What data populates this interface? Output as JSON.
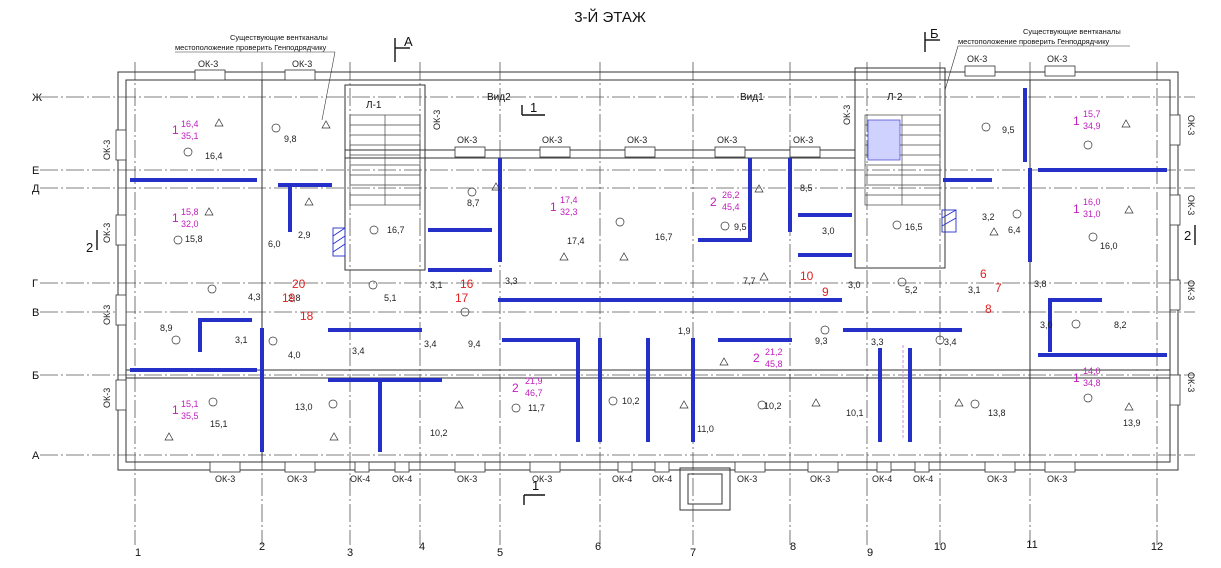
{
  "title": "3-Й ЭТАЖ",
  "notes": {
    "vent_left": [
      "Существующие вентканалы",
      "местоположение проверить Генподрядчику"
    ],
    "vent_right": [
      "Существующие вентканалы",
      "местоположение проверить Генподрядчику"
    ]
  },
  "section_marks": {
    "a": "А",
    "b": "Б",
    "one": "1",
    "two": "2"
  },
  "view_labels": {
    "vid1": "Вид1",
    "vid2": "Вид2"
  },
  "stairs": {
    "l1": "Л-1",
    "l2": "Л-2"
  },
  "axes_rows": [
    "Ж",
    "Е",
    "Д",
    "Г",
    "В",
    "Б",
    "А"
  ],
  "axes_cols": [
    "1",
    "2",
    "3",
    "4",
    "5",
    "6",
    "7",
    "8",
    "9",
    "10",
    "11",
    "12"
  ],
  "windows": {
    "ok3": "ОК-3",
    "ok4": "ОК-4"
  },
  "rooms_main": [
    {
      "num": "1",
      "top": "16,4",
      "bot": "35,1"
    },
    {
      "num": "1",
      "top": "15,8",
      "bot": "32,0"
    },
    {
      "num": "1",
      "top": "15,1",
      "bot": "35,5"
    },
    {
      "num": "1",
      "top": "17,4",
      "bot": "32,3"
    },
    {
      "num": "2",
      "top": "26,2",
      "bot": "45,4"
    },
    {
      "num": "2",
      "top": "21,9",
      "bot": "46,7"
    },
    {
      "num": "2",
      "top": "21,2",
      "bot": "45,8"
    },
    {
      "num": "1",
      "top": "15,7",
      "bot": "34,9"
    },
    {
      "num": "1",
      "top": "16,0",
      "bot": "31,0"
    },
    {
      "num": "1",
      "top": "14,0",
      "bot": "34,8"
    }
  ],
  "areas": [
    "16,4",
    "9,8",
    "15,8",
    "6,0",
    "2,9",
    "16,7",
    "8,7",
    "8,5",
    "16,7",
    "17,4",
    "9,5",
    "3,0",
    "16,5",
    "3,2",
    "6,4",
    "9,5",
    "16,0",
    "4,3",
    "2,8",
    "5,1",
    "3,1",
    "3,3",
    "7,7",
    "3,0",
    "5,2",
    "3,1",
    "3,8",
    "8,9",
    "3,1",
    "4,0",
    "3,4",
    "3,4",
    "9,4",
    "1,9",
    "9,3",
    "3,3",
    "3,4",
    "3,0",
    "8,2",
    "15,1",
    "13,0",
    "10,2",
    "11,7",
    "10,2",
    "11,0",
    "10,2",
    "10,1",
    "13,8",
    "13,9"
  ],
  "red_marks": [
    "20",
    "19",
    "18",
    "16",
    "17",
    "10",
    "9",
    "6",
    "7",
    "8"
  ]
}
